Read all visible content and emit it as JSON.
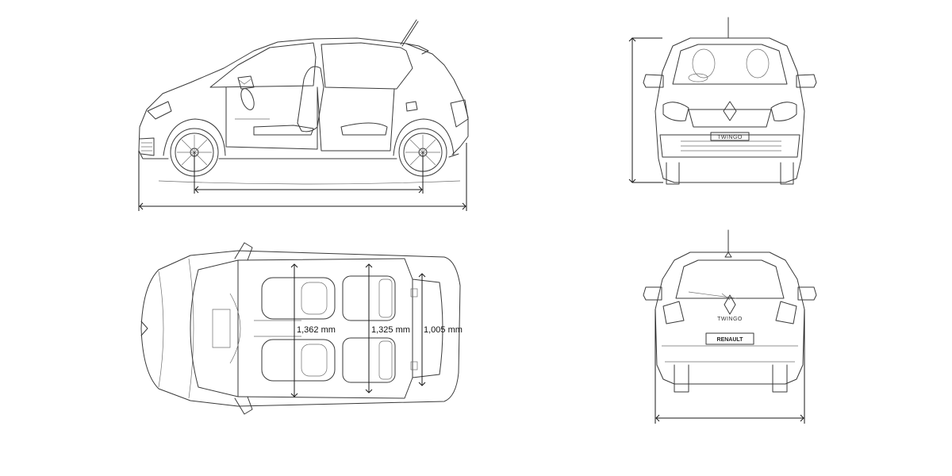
{
  "dimensions": {
    "front_interior_width": "1,362 mm",
    "rear_interior_width": "1,325 mm",
    "boot_width": "1,005 mm"
  },
  "badges": {
    "front_badge": "TWINGO",
    "rear_model_badge": "TWINGO",
    "rear_plate": "RENAULT"
  },
  "colors": {
    "line": "#3a3a3a",
    "dimension": "#1a1a1a",
    "background": "#ffffff"
  }
}
